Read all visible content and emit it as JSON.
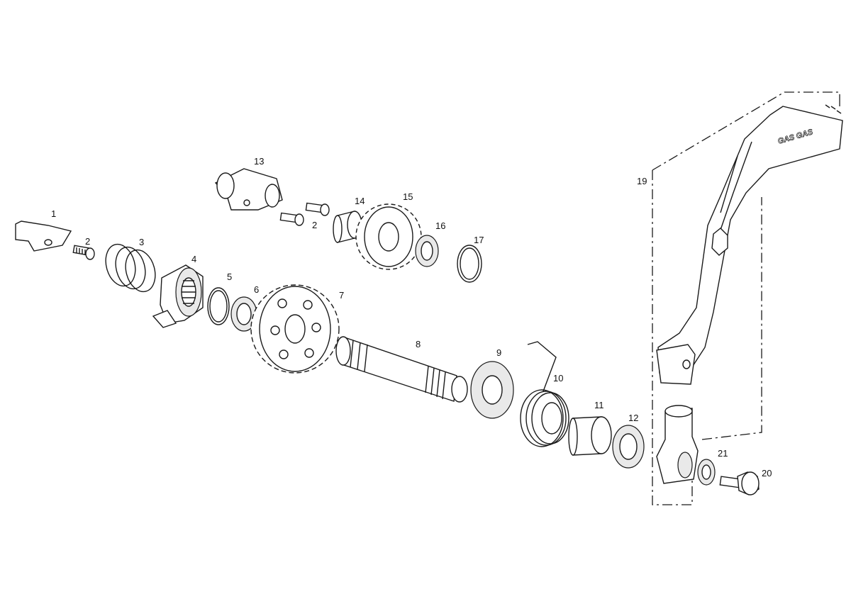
{
  "part_labels": {
    "p1": "1",
    "p2a": "2",
    "p2b": "2",
    "p3": "3",
    "p4": "4",
    "p5": "5",
    "p6": "6",
    "p7": "7",
    "p8": "8",
    "p9": "9",
    "p10": "10",
    "p11": "11",
    "p12": "12",
    "p13": "13",
    "p14": "14",
    "p15": "15",
    "p16": "16",
    "p17": "17",
    "p19": "19",
    "p20": "20",
    "p21": "21"
  },
  "lever_logo": "GAS GAS"
}
